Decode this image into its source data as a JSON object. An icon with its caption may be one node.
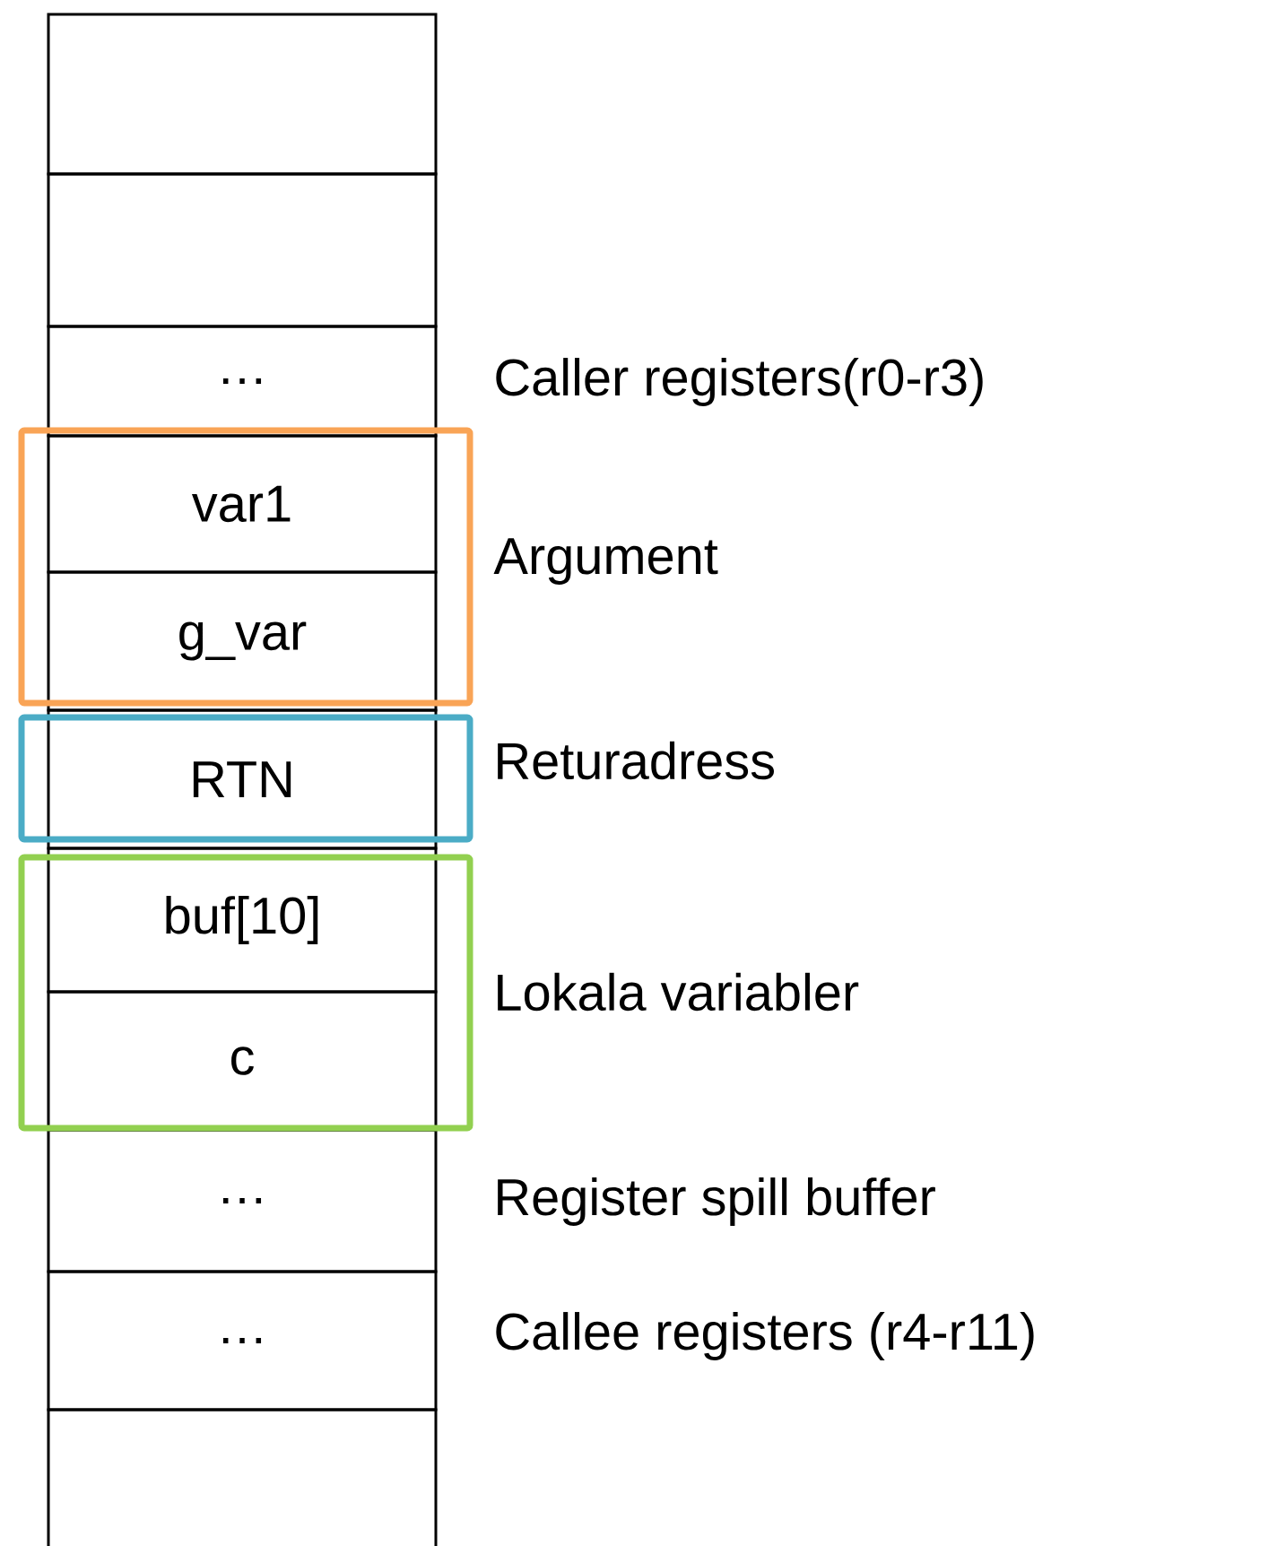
{
  "diagram": {
    "nodes": [
      {
        "text": [],
        "shape": "box"
      },
      {
        "text": [],
        "shape": "box"
      },
      {
        "text": [
          "…"
        ],
        "beside": [
          "Caller registers(r0-r3)"
        ]
      },
      {
        "text": [],
        "shape": "box",
        "beside": [
          "Argument"
        ]
      },
      {
        "text": [
          "var1"
        ],
        "in": 3
      },
      {
        "text": [
          "g_var"
        ],
        "in": 3
      },
      {
        "text": [],
        "shape": "box",
        "beside": [
          "Returadress"
        ]
      },
      {
        "text": [
          "RTN"
        ],
        "in": 6
      },
      {
        "text": [],
        "shape": "box",
        "beside": [
          "Lokala variabler"
        ]
      },
      {
        "text": [
          "buf[10]"
        ],
        "in": 8
      },
      {
        "text": [
          "c"
        ],
        "in": 8
      },
      {
        "text": [
          "…"
        ],
        "beside": [
          "Register spill buffer"
        ]
      },
      {
        "text": [
          "…"
        ],
        "beside": [
          "Callee registers (r4-r11)"
        ]
      },
      {
        "text": [],
        "shape": "box"
      }
    ]
  }
}
